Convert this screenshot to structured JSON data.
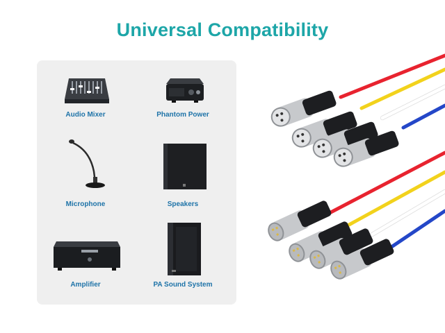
{
  "title": "Universal Compatibility",
  "devices": [
    {
      "label": "Audio Mixer",
      "icon": "audio-mixer-icon"
    },
    {
      "label": "Phantom Power",
      "icon": "phantom-power-icon"
    },
    {
      "label": "Microphone",
      "icon": "microphone-icon"
    },
    {
      "label": "Speakers",
      "icon": "speaker-icon"
    },
    {
      "label": "Amplifier",
      "icon": "amplifier-icon"
    },
    {
      "label": "PA Sound System",
      "icon": "pa-speaker-icon"
    }
  ],
  "colors": {
    "title": "#1da6a8",
    "label": "#1e73a8",
    "panel": "#efefef",
    "cables": [
      "#e8232f",
      "#f2d21c",
      "#ffffff",
      "#2447c8"
    ]
  }
}
